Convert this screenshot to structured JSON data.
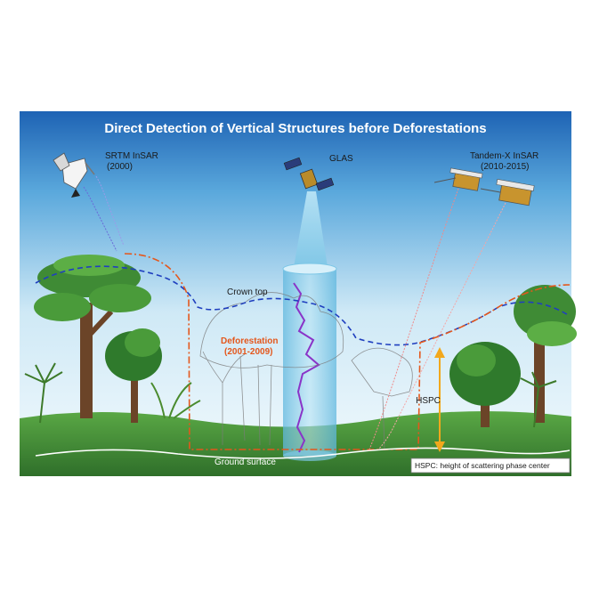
{
  "title": "Direct Detection of Vertical Structures before Deforestations",
  "sensors": {
    "srtm": {
      "name": "SRTM InSAR",
      "years": "(2000)"
    },
    "glas": {
      "name": "GLAS"
    },
    "tandem": {
      "name": "Tandem-X InSAR",
      "years": "(2010-2015)"
    }
  },
  "labels": {
    "crown_top": "Crown top",
    "deforestation": "Deforestation",
    "deforestation_years": "(2001-2009)",
    "hspc": "HSPC",
    "ground_surface": "Ground surface",
    "legend_note": "HSPC: height of scattering phase center"
  },
  "colors": {
    "sky_top": "#1e63b4",
    "sky_bottom": "#eaf5fb",
    "title_text": "#ffffff",
    "crown_line": "#1f3fbf",
    "hspc_line": "#e4571c",
    "deforestation_text": "#e4571c",
    "hspc_arrow": "#f2a81c",
    "ground_green": "#4f9a3c",
    "glas_beam": "#9fd7ee",
    "waveform": "#8a34c8"
  }
}
